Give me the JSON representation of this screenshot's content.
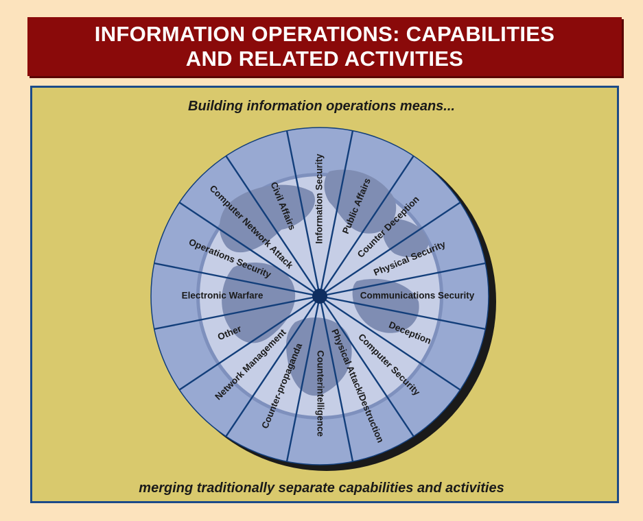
{
  "title": {
    "line1": "INFORMATION OPERATIONS: CAPABILITIES",
    "line2": "AND RELATED ACTIVITIES"
  },
  "caption_top": "Building information operations means...",
  "caption_bottom": "merging traditionally separate capabilities and activities",
  "segments": [
    "Information Security",
    "Public Affairs",
    "Counter Deception",
    "Physical Security",
    "Communications Security",
    "Deception",
    "Computer Security",
    "Physical Attack/Destruction",
    "Counterintelligence",
    "Counter-propaganda",
    "Network Management",
    "Other",
    "Electronic Warfare",
    "Operations Security",
    "Computer Network Attack",
    "Civil Affairs"
  ],
  "colors": {
    "title_bg": "#8a0a0a",
    "panel_bg": "#d9c96d",
    "panel_border": "#1c4a88",
    "outer_ring": "#98a9d2",
    "inner_ring": "#7e90bd",
    "globe_core": "#c6cee6",
    "spokes": "#123e7a",
    "hub": "#0f2e60",
    "page_bg": "#fce3bd"
  },
  "icons": [
    "globe-icon"
  ]
}
